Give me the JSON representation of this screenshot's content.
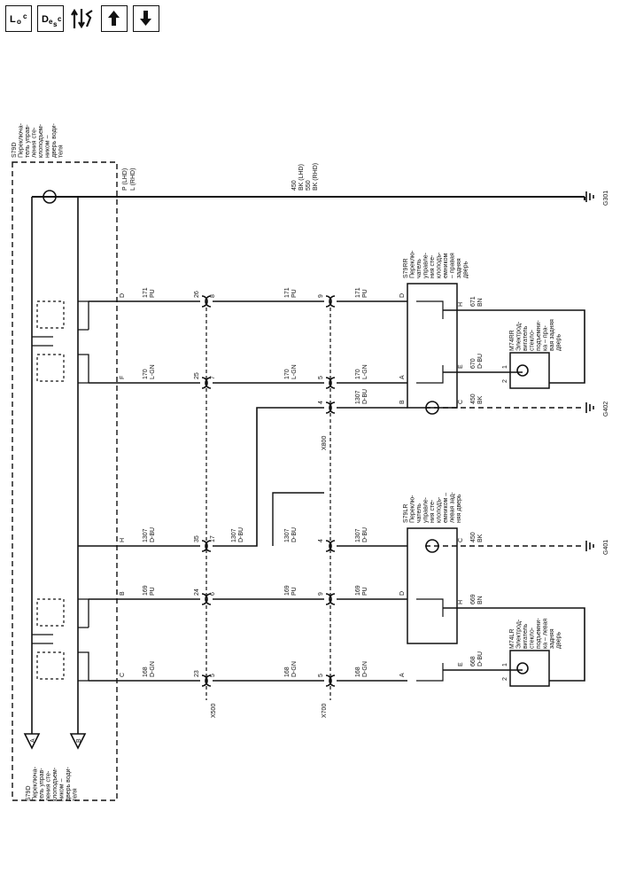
{
  "toolbar": {
    "loc_main": "L",
    "loc_sub": "o",
    "loc_sub2": "c",
    "desc_main": "D",
    "desc_sub": "e",
    "desc_sub2": "s",
    "desc_sub3": "c"
  },
  "labels": {
    "s79d_top": [
      "S79D",
      "Переключа-",
      "тель управ-",
      "ления сте-",
      "клоподъем-",
      "ником –",
      "дверь води-",
      "теля"
    ],
    "s79d_bottom": [
      "S79D",
      "Переключа-",
      "тель управ-",
      "ления сте-",
      "клоподъем-",
      "ником –",
      "дверь води-",
      "теля"
    ],
    "lhd": "P (LHD)",
    "rhd": "L (RHD)",
    "bk_lhd": "450",
    "bk_lhd2": "BK (LHD)",
    "bk_rhd": "550",
    "bk_rhd2": "BK (RHD)",
    "g301": "G301",
    "g402": "G402",
    "g401": "G401",
    "s79rr": [
      "S79RR",
      "Переклю-",
      "чатель",
      "управле-",
      "ния сте-",
      "клоподъ-",
      "емником",
      "– правая",
      "задняя",
      "дверь"
    ],
    "s79lr": [
      "S79LR",
      "Переклю-",
      "чатель",
      "управле-",
      "ния сте-",
      "клоподъ-",
      "емником –",
      "левая зад-",
      "няя дверь"
    ],
    "m74rr": [
      "M74RR",
      "Электрод-",
      "вигатель",
      "стекло-",
      "подъемни-",
      "ка – пра-",
      "вая задняя",
      "дверь"
    ],
    "m74lr": [
      "M74LR",
      "Электрод-",
      "вигатель",
      "стекло-",
      "подъемни-",
      "ка – левая",
      "задняя",
      "дверь"
    ],
    "x500": "X500",
    "x700": "X700",
    "x800": "X800",
    "pin_a": "A",
    "pin_b": "B"
  },
  "wires": {
    "w171a": [
      "171",
      "PU"
    ],
    "w171b": [
      "171",
      "PU"
    ],
    "w171c": [
      "171",
      "PU"
    ],
    "w170a": [
      "170",
      "L-GN"
    ],
    "w170b": [
      "170",
      "L-GN"
    ],
    "w170c": [
      "170",
      "L-GN"
    ],
    "w1307a": [
      "1307",
      "D-BU"
    ],
    "w1307b": [
      "1307",
      "D-BU"
    ],
    "w1307c": [
      "1307",
      "D-BU"
    ],
    "w1307d": [
      "1307",
      "D-BU"
    ],
    "w1307e": [
      "1307",
      "D-BU"
    ],
    "w169a": [
      "169",
      "PU"
    ],
    "w169b": [
      "169",
      "PU"
    ],
    "w169c": [
      "169",
      "PU"
    ],
    "w168a": [
      "168",
      "D-GN"
    ],
    "w168b": [
      "168",
      "D-GN"
    ],
    "w168c": [
      "168",
      "D-GN"
    ],
    "w671": [
      "671",
      "BN"
    ],
    "w670": [
      "670",
      "D-BU"
    ],
    "w450rr": [
      "450",
      "BK"
    ],
    "w669": [
      "669",
      "BN"
    ],
    "w668": [
      "668",
      "D-BU"
    ],
    "w450lr": [
      "450",
      "BK"
    ]
  },
  "pins": {
    "d": "D",
    "f": "F",
    "h": "H",
    "b": "B",
    "c": "C",
    "n26": "26",
    "n8": "8",
    "n25": "25",
    "n7": "7",
    "n35": "35",
    "n17": "17",
    "n24": "24",
    "n6": "6",
    "n23": "23",
    "n5": "5",
    "n9a": "9",
    "n5a": "5",
    "n4a": "4",
    "n9b": "9",
    "n5b": "5",
    "n4b": "4",
    "rr_d": "D",
    "rr_a": "A",
    "rr_b": "B",
    "rr_h": "H",
    "rr_e": "E",
    "rr_c": "C",
    "lr_d": "D",
    "lr_a": "A",
    "lr_h": "H",
    "lr_e": "E",
    "lr_c": "C",
    "m_rr_1": "1",
    "m_rr_2": "2",
    "m_lr_1": "1",
    "m_lr_2": "2"
  }
}
